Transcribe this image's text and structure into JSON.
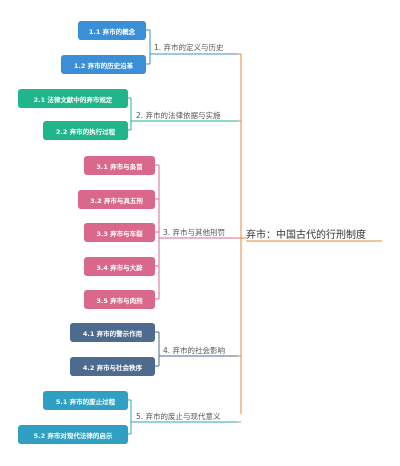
{
  "root": {
    "label": "弃市：中国古代的行刑制度",
    "color": "#e58a3c"
  },
  "branches": [
    {
      "label": "1. 弃市的定义与历史",
      "color": "#3b8fd6",
      "children": [
        "1.1 弃市的概念",
        "1.2 弃市的历史沿革"
      ]
    },
    {
      "label": "2. 弃市的法律依据与实施",
      "color": "#20b58a",
      "children": [
        "2.1 法律文献中的弃市规定",
        "2.2 弃市的执行过程"
      ]
    },
    {
      "label": "3. 弃市与其他刑罚",
      "color": "#d9688a",
      "children": [
        "3.1 弃市与枭首",
        "3.2 弃市与具五刑",
        "3.3 弃市与车裂",
        "3.4 弃市与大辟",
        "3.5 弃市与肉刑"
      ]
    },
    {
      "label": "4. 弃市的社会影响",
      "color": "#4d6a8f",
      "children": [
        "4.1 弃市的警示作用",
        "4.2 弃市与社会秩序"
      ]
    },
    {
      "label": "5. 弃市的废止与现代意义",
      "color": "#2fa0c3",
      "children": [
        "5.1 弃市的废止过程",
        "5.2 弃市对现代法律的启示"
      ]
    }
  ]
}
